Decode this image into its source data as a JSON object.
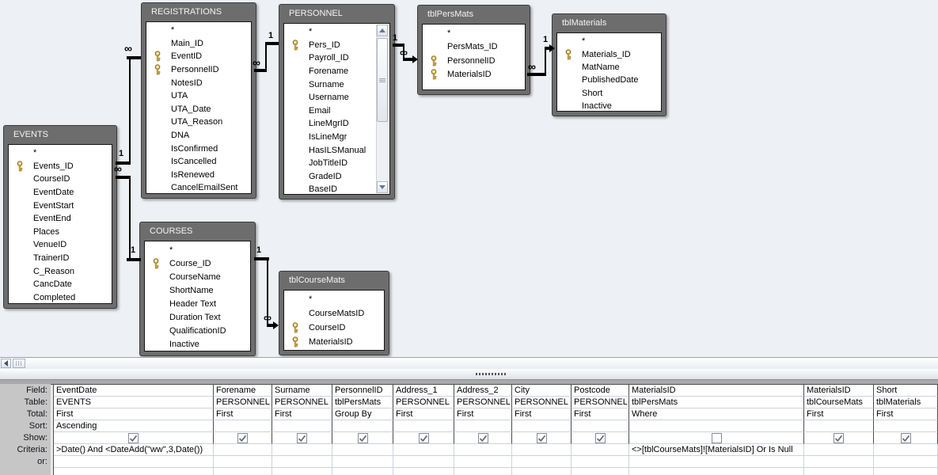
{
  "diagram": {
    "tables": [
      {
        "title": "EVENTS",
        "fields": [
          {
            "name": "*"
          },
          {
            "name": "Events_ID",
            "key": true
          },
          {
            "name": "CourseID"
          },
          {
            "name": "EventDate"
          },
          {
            "name": "EventStart"
          },
          {
            "name": "EventEnd"
          },
          {
            "name": "Places"
          },
          {
            "name": "VenueID"
          },
          {
            "name": "TrainerID"
          },
          {
            "name": "C_Reason"
          },
          {
            "name": "CancDate"
          },
          {
            "name": "Completed"
          }
        ]
      },
      {
        "title": "REGISTRATIONS",
        "fields": [
          {
            "name": "*"
          },
          {
            "name": "Main_ID"
          },
          {
            "name": "EventID",
            "key": true
          },
          {
            "name": "PersonnelID",
            "key": true
          },
          {
            "name": "NotesID"
          },
          {
            "name": "UTA"
          },
          {
            "name": "UTA_Date"
          },
          {
            "name": "UTA_Reason"
          },
          {
            "name": "DNA"
          },
          {
            "name": "IsConfirmed"
          },
          {
            "name": "IsCancelled"
          },
          {
            "name": "IsRenewed"
          },
          {
            "name": "CancelEmailSent"
          }
        ]
      },
      {
        "title": "PERSONNEL",
        "has_scrollbar": true,
        "fields": [
          {
            "name": "*"
          },
          {
            "name": "Pers_ID",
            "key": true
          },
          {
            "name": "Payroll_ID"
          },
          {
            "name": "Forename"
          },
          {
            "name": "Surname"
          },
          {
            "name": "Username"
          },
          {
            "name": "Email"
          },
          {
            "name": "LineMgrID"
          },
          {
            "name": "IsLineMgr"
          },
          {
            "name": "HasILSManual"
          },
          {
            "name": "JobTitleID"
          },
          {
            "name": "GradeID"
          },
          {
            "name": "BaseID"
          }
        ]
      },
      {
        "title": "tblPersMats",
        "fields": [
          {
            "name": "*"
          },
          {
            "name": "PersMats_ID"
          },
          {
            "name": "PersonnelID",
            "key": true
          },
          {
            "name": "MaterialsID",
            "key": true
          }
        ]
      },
      {
        "title": "tblMaterials",
        "fields": [
          {
            "name": "*"
          },
          {
            "name": "Materials_ID",
            "key": true
          },
          {
            "name": "MatName"
          },
          {
            "name": "PublishedDate"
          },
          {
            "name": "Short"
          },
          {
            "name": "Inactive"
          }
        ]
      },
      {
        "title": "COURSES",
        "fields": [
          {
            "name": "*"
          },
          {
            "name": "Course_ID",
            "key": true
          },
          {
            "name": "CourseName"
          },
          {
            "name": "ShortName"
          },
          {
            "name": "Header Text"
          },
          {
            "name": "Duration Text"
          },
          {
            "name": "QualificationID"
          },
          {
            "name": "Inactive"
          }
        ]
      },
      {
        "title": "tblCourseMats",
        "fields": [
          {
            "name": "*"
          },
          {
            "name": "CourseMatsID"
          },
          {
            "name": "CourseID",
            "key": true
          },
          {
            "name": "MaterialsID",
            "key": true
          }
        ]
      }
    ],
    "joins": [
      {
        "from": "EVENTS.Events_ID",
        "to": "REGISTRATIONS.EventID",
        "one_label": "1",
        "many_label": "∞",
        "arrow": false
      },
      {
        "from": "COURSES.Course_ID",
        "to": "EVENTS.CourseID",
        "one_label": "1",
        "many_label": "∞",
        "arrow": false
      },
      {
        "from": "PERSONNEL.Pers_ID",
        "to": "REGISTRATIONS.PersonnelID",
        "one_label": "1",
        "many_label": "∞",
        "arrow": false
      },
      {
        "from": "PERSONNEL.Pers_ID",
        "to": "tblPersMats.PersonnelID",
        "one_label": "1",
        "many_label": "∞",
        "arrow": true
      },
      {
        "from": "tblMaterials.Materials_ID",
        "to": "tblPersMats.MaterialsID",
        "one_label": "1",
        "many_label": "∞",
        "arrow": true
      },
      {
        "from": "COURSES.Course_ID",
        "to": "tblCourseMats.CourseID",
        "one_label": "1",
        "many_label": "∞",
        "arrow": true
      }
    ]
  },
  "grid": {
    "row_labels": [
      "Field:",
      "Table:",
      "Total:",
      "Sort:",
      "Show:",
      "Criteria:",
      "or:"
    ],
    "columns": [
      {
        "field": "EventDate",
        "table": "EVENTS",
        "total": "First",
        "sort": "Ascending",
        "show": true,
        "criteria": ">Date() And <DateAdd(\"ww\",3,Date())",
        "or": ""
      },
      {
        "field": "Forename",
        "table": "PERSONNEL",
        "total": "First",
        "sort": "",
        "show": true,
        "criteria": "",
        "or": ""
      },
      {
        "field": "Surname",
        "table": "PERSONNEL",
        "total": "First",
        "sort": "",
        "show": true,
        "criteria": "",
        "or": ""
      },
      {
        "field": "PersonnelID",
        "table": "tblPersMats",
        "total": "Group By",
        "sort": "",
        "show": true,
        "criteria": "",
        "or": ""
      },
      {
        "field": "Address_1",
        "table": "PERSONNEL",
        "total": "First",
        "sort": "",
        "show": true,
        "criteria": "",
        "or": ""
      },
      {
        "field": "Address_2",
        "table": "PERSONNEL",
        "total": "First",
        "sort": "",
        "show": true,
        "criteria": "",
        "or": ""
      },
      {
        "field": "City",
        "table": "PERSONNEL",
        "total": "First",
        "sort": "",
        "show": true,
        "criteria": "",
        "or": ""
      },
      {
        "field": "Postcode",
        "table": "PERSONNEL",
        "total": "First",
        "sort": "",
        "show": true,
        "criteria": "",
        "or": ""
      },
      {
        "field": "MaterialsID",
        "table": "tblPersMats",
        "total": "Where",
        "sort": "",
        "show": false,
        "criteria": "<>[tblCourseMats]![MaterialsID] Or Is Null",
        "or": ""
      },
      {
        "field": "MaterialsID",
        "table": "tblCourseMats",
        "total": "First",
        "sort": "",
        "show": true,
        "criteria": "",
        "or": ""
      },
      {
        "field": "Short",
        "table": "tblMaterials",
        "total": "First",
        "sort": "",
        "show": true,
        "criteria": "",
        "or": ""
      }
    ]
  }
}
